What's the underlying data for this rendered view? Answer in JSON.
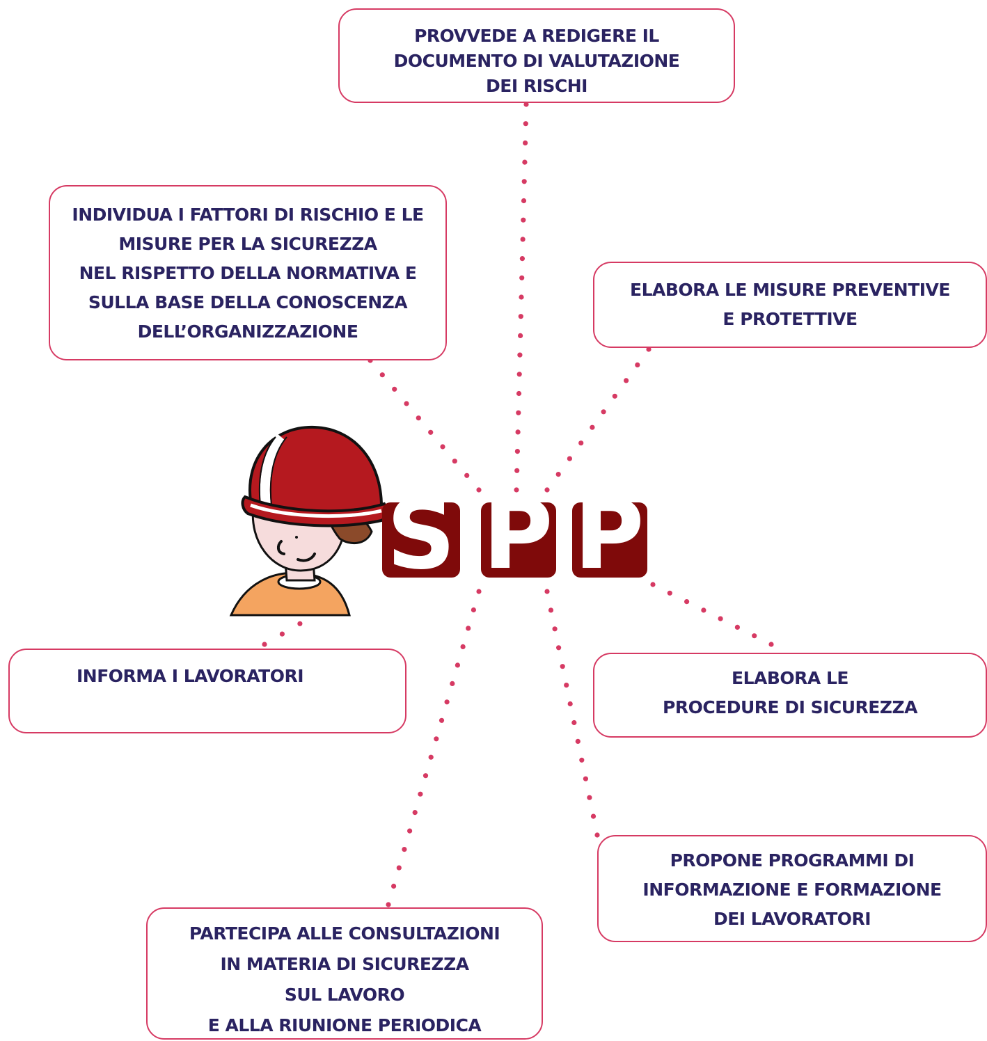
{
  "center": {
    "logo_letters": [
      "S",
      "P",
      "P"
    ],
    "logo_color": "#7f0a0a"
  },
  "colors": {
    "border": "#d63a63",
    "dots": "#d63a63",
    "text": "#2a2361",
    "helmet": "#b5191f",
    "shirt": "#f4a460"
  },
  "boxes": {
    "redigere": {
      "lines": [
        "PROVVEDE A REDIGERE IL",
        "DOCUMENTO DI VALUTAZIONE",
        "DEI RISCHI"
      ]
    },
    "individua": {
      "lines": [
        "INDIVIDUA I FATTORI DI RISCHIO E LE",
        "MISURE PER LA SICUREZZA",
        "NEL RISPETTO DELLA NORMATIVA E",
        "SULLA BASE DELLA CONOSCENZA",
        "DELL’ORGANIZZAZIONE"
      ]
    },
    "elabora_misure": {
      "lines": [
        "ELABORA LE MISURE PREVENTIVE",
        "E PROTETTIVE"
      ]
    },
    "informa": {
      "lines": [
        "INFORMA I LAVORATORI"
      ]
    },
    "elabora_procedure": {
      "lines": [
        "ELABORA LE",
        "PROCEDURE DI SICUREZZA"
      ]
    },
    "propone": {
      "lines": [
        "PROPONE PROGRAMMI DI",
        "INFORMAZIONE E FORMAZIONE",
        "DEI LAVORATORI"
      ]
    },
    "partecipa": {
      "lines": [
        "PARTECIPA ALLE CONSULTAZIONI",
        "IN MATERIA DI SICUREZZA",
        "SUL LAVORO",
        "E  ALLA RIUNIONE PERIODICA"
      ]
    }
  }
}
